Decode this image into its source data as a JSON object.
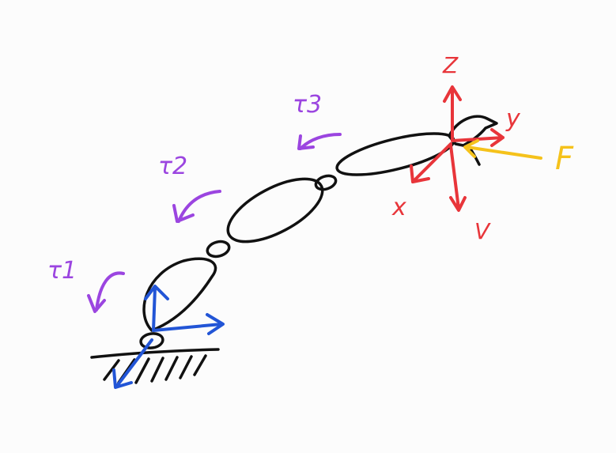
{
  "colors": {
    "background": "#fcfcfc",
    "links": "#111111",
    "base_frame": "#2255d6",
    "tool_frame": "#e8353a",
    "torques": "#9b45e0",
    "force": "#f5c21b"
  },
  "labels": {
    "torque_1": "τ1",
    "torque_2": "τ2",
    "torque_3": "τ3",
    "axis_z": "Z",
    "axis_y": "y",
    "axis_x": "x",
    "velocity": "V",
    "force": "F"
  }
}
